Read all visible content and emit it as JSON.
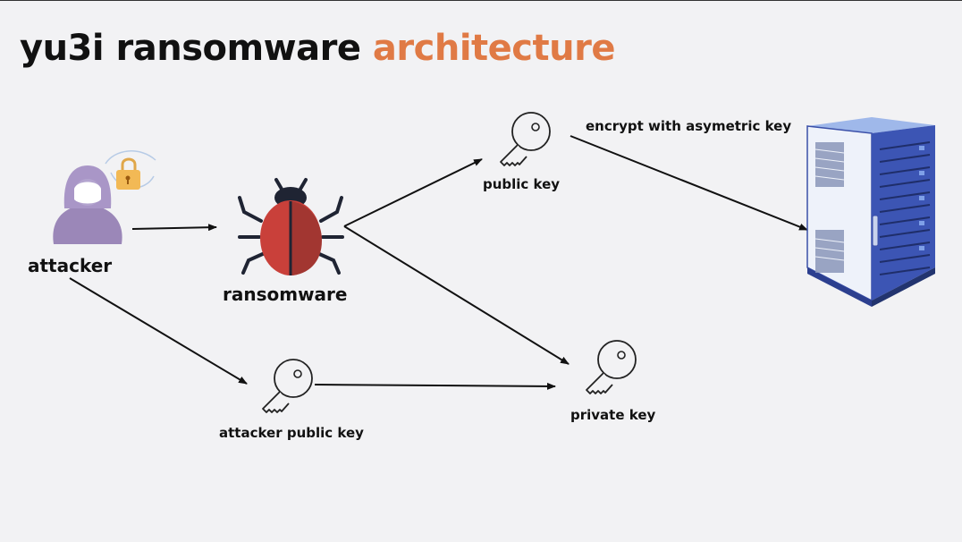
{
  "title": {
    "prefix": "yu3i ransomware",
    "highlight": "architecture"
  },
  "colors": {
    "accent": "#e07a45",
    "text": "#111111",
    "background": "#f2f2f4",
    "arrow": "#111111"
  },
  "nodes": {
    "attacker": {
      "label": "attacker",
      "icon": "hooded-hacker-icon"
    },
    "ransomware": {
      "label": "ransomware",
      "icon": "bug-icon"
    },
    "public_key": {
      "label": "public key",
      "icon": "key-icon"
    },
    "private_key": {
      "label": "private key",
      "icon": "key-icon"
    },
    "attacker_public_key": {
      "label": "attacker public key",
      "icon": "key-icon"
    },
    "server": {
      "label": "",
      "icon": "server-rack-icon"
    }
  },
  "edges": [
    {
      "from": "attacker",
      "to": "ransomware",
      "label": ""
    },
    {
      "from": "attacker",
      "to": "attacker_public_key",
      "label": ""
    },
    {
      "from": "ransomware",
      "to": "public_key",
      "label": ""
    },
    {
      "from": "ransomware",
      "to": "private_key",
      "label": ""
    },
    {
      "from": "attacker_public_key",
      "to": "private_key",
      "label": ""
    },
    {
      "from": "public_key",
      "to": "server",
      "label": "encrypt with asymetric key"
    }
  ]
}
